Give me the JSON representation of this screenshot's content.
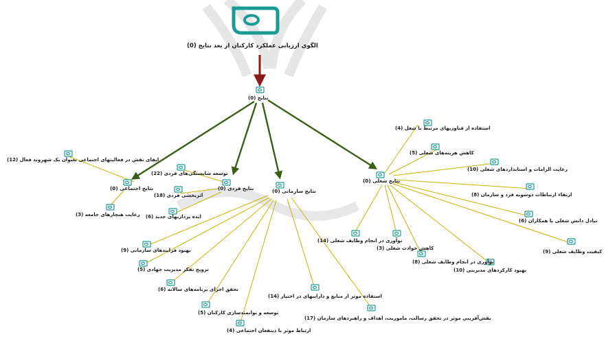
{
  "root": {
    "label": "الگوی ارزیابی عملکرد کارکنان از بعد نتایج (0)"
  },
  "hub": {
    "label": "نتایج (0)"
  },
  "groups": {
    "social": {
      "label": "نتایج اجتماعی (0)",
      "items": [
        "ایفای نقش در فعالیتهای اجتماعی بعنوان یک شهروند فعال (12)",
        "رعایت هنجارهای جامعه (3)"
      ]
    },
    "individual": {
      "label": "نتایج فردی (0)",
      "items": [
        "توسعه شایستگی‌های فردی (22)",
        "اثربخشی فردی (18)",
        "ایده پردازیهای جدید (6)"
      ]
    },
    "organizational": {
      "label": "نتایج سازمانی (0)",
      "items": [
        "بهبود فرایندهای سازمانی (9)",
        "ترویج تفکر مدیریت جهادی (5)",
        "تحقق اجرای برنامه‌های سالانه (6)",
        "توسعه و توانمندسازی کارکنان (5)",
        "ارتباط موثر با ذینفعان اجتماعی (4)",
        "نقش‌آفرینی موثر در تحقق رسالت، ماموریت، اهداف و راهبردهای سازمان (17)",
        "استفاده موثر از منابع و داراییهای در اختیار (14)"
      ]
    },
    "job": {
      "label": "نتایج شغلی (0)",
      "items": [
        "استفاده از فناوریهای مرتبط با شغل (4)",
        "کاهش هزینه‌های شغلی (5)",
        "رعایت الزامات و استانداردهای شغلی (10)",
        "ارتقاء ارتباطات دوسویه فرد و سازمان (8)",
        "تبادل دانش شغلی با همکاران (6)",
        "ارتقاء کیفیت وظایف شغلی (9)",
        "بهبود کارکردهای مدیریتی (10)",
        "نوآوری در انجام وظایف شغلی (8)",
        "کاهش حوادث شغلی (3)",
        "نوآوری در انجام وظایف شغلی (14)"
      ]
    }
  },
  "colors": {
    "root_arrow": "#8b1a1a",
    "group_arrow": "#3b5e17",
    "leaf_line": "#c8b400",
    "node_icon": "#1a9a96",
    "watermark": "#e2e2e2"
  }
}
